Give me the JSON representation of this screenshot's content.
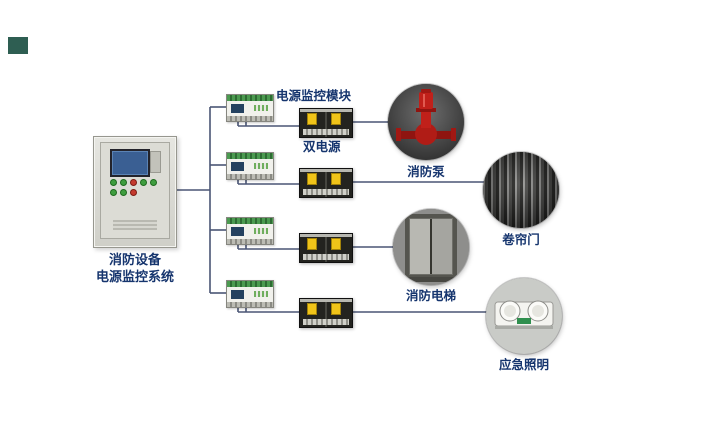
{
  "cabinet_label": {
    "line1": "消防设备",
    "line2": "电源监控系统"
  },
  "annotations": {
    "module": "电源监控模块",
    "dual_power": "双电源"
  },
  "loads": [
    {
      "label": "消防泵"
    },
    {
      "label": "卷帘门"
    },
    {
      "label": "消防电梯"
    },
    {
      "label": "应急照明"
    }
  ],
  "icons": {
    "logo": "brand-mark",
    "fire_pump": "fire-pump-photo",
    "roller_door": "roller-shutter-photo",
    "fire_elevator": "fire-elevator-photo",
    "emergency_light": "emergency-light-photo"
  },
  "colors": {
    "wire": "#4a5575",
    "label_text": "#16356e",
    "logo": "#2e5e52",
    "module_terminal_green": "#4b9a50",
    "ats_yellow": "#f0c419",
    "pump_red": "#c0201a"
  }
}
